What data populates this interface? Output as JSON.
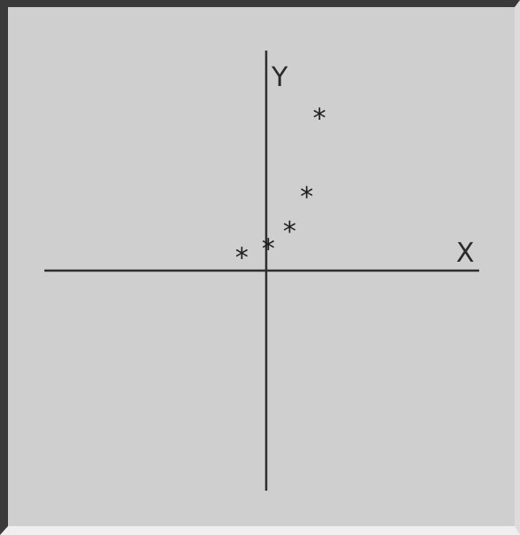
{
  "chart_data": {
    "type": "scatter",
    "xlabel": "X",
    "ylabel": "Y",
    "marker_symbol": "*",
    "xlim": [
      -1.0,
      1.0
    ],
    "ylim": [
      -1.0,
      1.0
    ],
    "grid": false,
    "colors": {
      "background": "#cfcfcf",
      "axis": "#2e2e2e",
      "marker": "#1e1e1e"
    },
    "points": [
      {
        "x": -0.11,
        "y": 0.08
      },
      {
        "x": 0.01,
        "y": 0.12
      },
      {
        "x": 0.11,
        "y": 0.2
      },
      {
        "x": 0.19,
        "y": 0.36
      },
      {
        "x": 0.25,
        "y": 0.72
      }
    ]
  }
}
